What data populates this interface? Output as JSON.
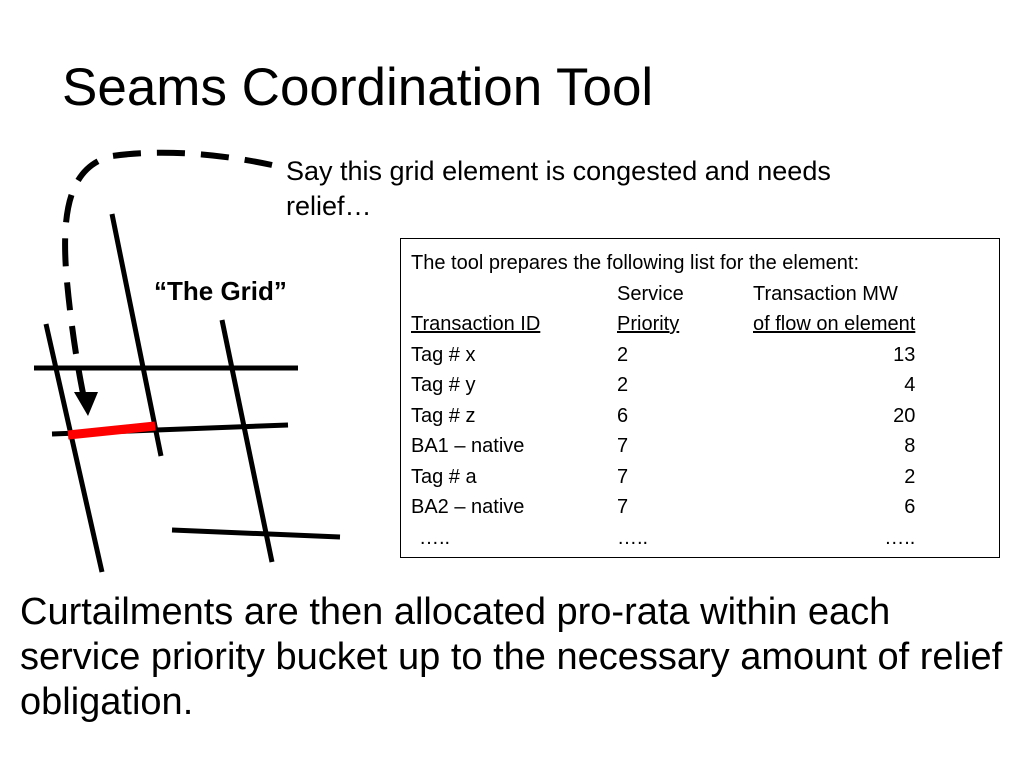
{
  "slide": {
    "title": "Seams Coordination Tool",
    "callout": "Say this grid element is congested and needs relief…",
    "grid_label": "“The Grid”",
    "congested_element_color": "#ff0000",
    "line_color": "#000000",
    "table": {
      "intro": "The tool prepares the following list for the element:",
      "header_row1": [
        "",
        "Service",
        "Transaction MW"
      ],
      "header_row2": [
        "Transaction ID",
        "Priority",
        "of flow on element"
      ],
      "rows": [
        [
          "Tag # x",
          "2",
          "13"
        ],
        [
          "Tag # y",
          "2",
          "4"
        ],
        [
          "Tag # z",
          "6",
          "20"
        ],
        [
          "BA1 – native",
          "7",
          "8"
        ],
        [
          "Tag # a",
          "7",
          "2"
        ],
        [
          "BA2 – native",
          "7",
          "6"
        ],
        [
          "…..",
          "…..",
          "….."
        ]
      ]
    },
    "body_text": "Curtailments are then allocated pro-rata within each service priority bucket up to the necessary amount of relief obligation."
  }
}
